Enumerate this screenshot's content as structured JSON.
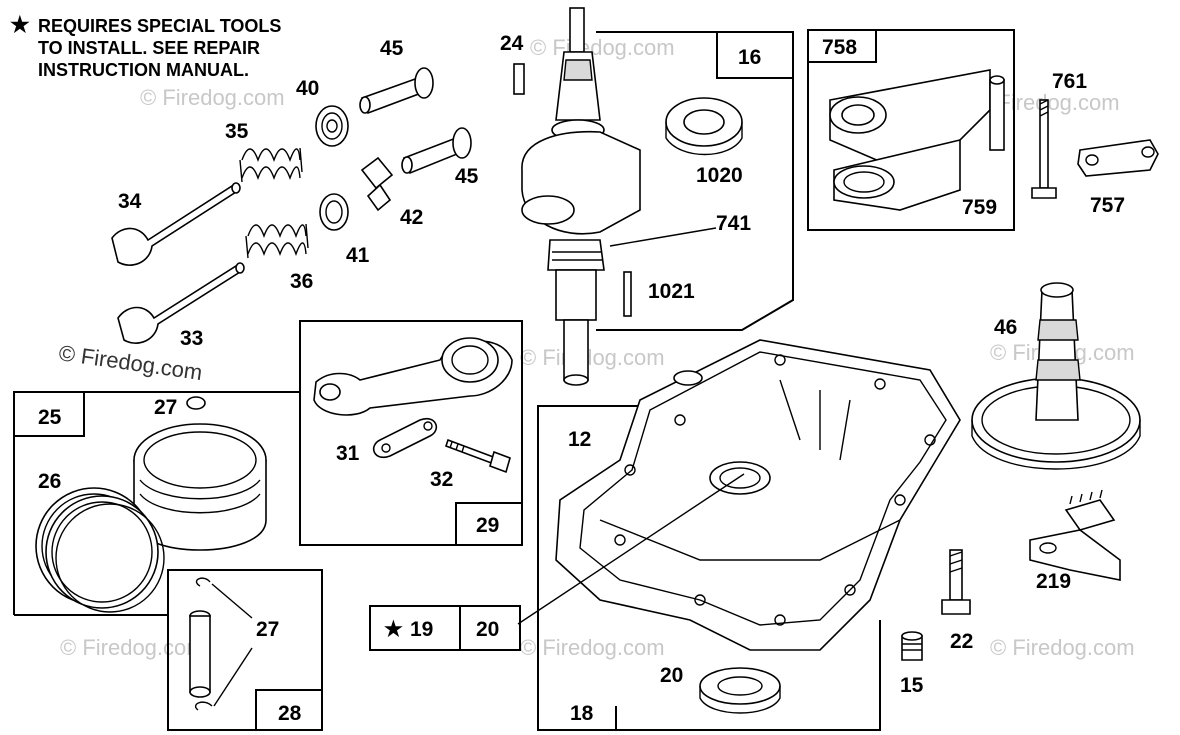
{
  "note": {
    "symbol": "★",
    "lines": [
      "REQUIRES SPECIAL TOOLS",
      "TO INSTALL.  SEE REPAIR",
      "INSTRUCTION MANUAL."
    ]
  },
  "watermark": "© Firedog.com",
  "boxes": {
    "b16": "16",
    "b758": "758",
    "b25": "25",
    "b29": "29",
    "b28": "28",
    "b19": "19",
    "b19_symbol": "★",
    "b20": "20",
    "b18": "18"
  },
  "labels": {
    "p45a": "45",
    "p45b": "45",
    "p40": "40",
    "p35": "35",
    "p34": "34",
    "p36": "36",
    "p33": "33",
    "p41": "41",
    "p42": "42",
    "p24": "24",
    "p1020": "1020",
    "p741": "741",
    "p1021": "1021",
    "p761": "761",
    "p759": "759",
    "p757": "757",
    "p46": "46",
    "p27a": "27",
    "p26": "26",
    "p31": "31",
    "p32": "32",
    "p12": "12",
    "p219": "219",
    "p22": "22",
    "p15": "15",
    "p20": "20",
    "p27b": "27"
  }
}
